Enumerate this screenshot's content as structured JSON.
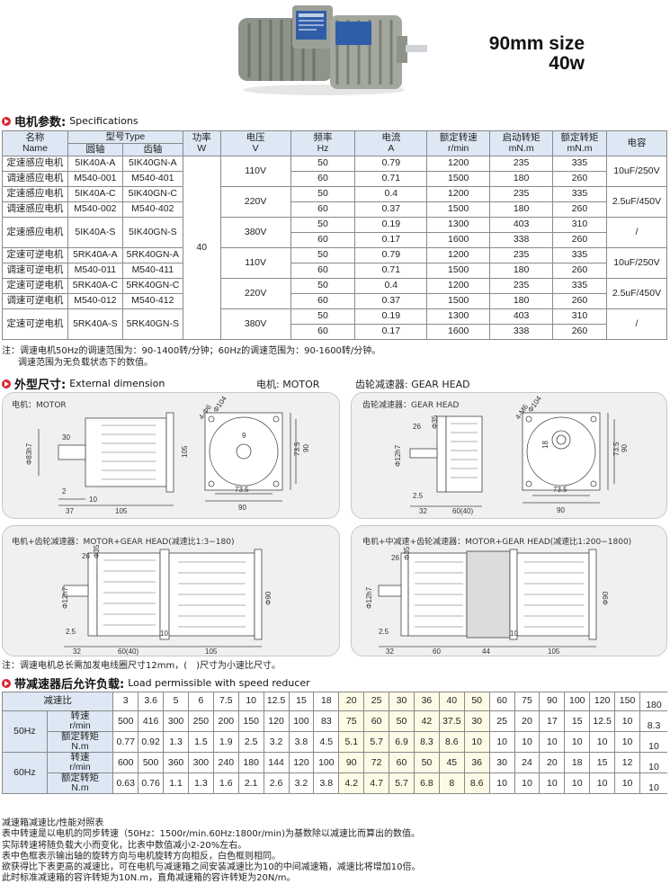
{
  "header": {
    "size_line1": "90mm size",
    "size_line2": "40w"
  },
  "spec": {
    "heading_cn": "电机参数:",
    "heading_en": "Specifications",
    "headers": {
      "name_cn": "名称",
      "name_en": "Name",
      "type": "型号Type",
      "round_shaft": "圆轴",
      "gear_shaft": "齿轴",
      "power_cn": "功率",
      "power_unit": "W",
      "voltage_cn": "电压",
      "voltage_unit": "V",
      "freq_cn": "频率",
      "freq_unit": "Hz",
      "current_cn": "电流",
      "current_unit": "A",
      "speed_cn": "额定转速",
      "speed_unit": "r/min",
      "start_cn": "启动转矩",
      "start_unit": "mN.m",
      "rated_cn": "额定转矩",
      "rated_unit": "mN.m",
      "cap": "电容"
    },
    "power": "40",
    "rows": [
      {
        "name": "定速感应电机",
        "round": "5IK40A-A",
        "gear": "5IK40GN-A",
        "hz": "50",
        "a": "0.79",
        "rpm": "1200",
        "start": "235",
        "rated": "335"
      },
      {
        "name": "调速感应电机",
        "round": "M540-001",
        "gear": "M540-401",
        "hz": "60",
        "a": "0.71",
        "rpm": "1500",
        "start": "180",
        "rated": "260"
      },
      {
        "name": "定速感应电机",
        "round": "5IK40A-C",
        "gear": "5IK40GN-C",
        "hz": "50",
        "a": "0.4",
        "rpm": "1200",
        "start": "235",
        "rated": "335"
      },
      {
        "name": "调速感应电机",
        "round": "M540-002",
        "gear": "M540-402",
        "hz": "60",
        "a": "0.37",
        "rpm": "1500",
        "start": "180",
        "rated": "260"
      },
      {
        "name": "",
        "round": "",
        "gear": "",
        "hz": "50",
        "a": "0.19",
        "rpm": "1300",
        "start": "403",
        "rated": "310"
      },
      {
        "name": "",
        "round": "",
        "gear": "",
        "hz": "60",
        "a": "0.17",
        "rpm": "1600",
        "start": "338",
        "rated": "260"
      },
      {
        "name": "定速可逆电机",
        "round": "5RK40A-A",
        "gear": "5RK40GN-A",
        "hz": "50",
        "a": "0.79",
        "rpm": "1200",
        "start": "235",
        "rated": "335"
      },
      {
        "name": "调速可逆电机",
        "round": "M540-011",
        "gear": "M540-411",
        "hz": "60",
        "a": "0.71",
        "rpm": "1500",
        "start": "180",
        "rated": "260"
      },
      {
        "name": "定速可逆电机",
        "round": "5RK40A-C",
        "gear": "5RK40GN-C",
        "hz": "50",
        "a": "0.4",
        "rpm": "1200",
        "start": "235",
        "rated": "335"
      },
      {
        "name": "调速可逆电机",
        "round": "M540-012",
        "gear": "M540-412",
        "hz": "60",
        "a": "0.37",
        "rpm": "1500",
        "start": "180",
        "rated": "260"
      },
      {
        "name": "",
        "round": "",
        "gear": "",
        "hz": "50",
        "a": "0.19",
        "rpm": "1300",
        "start": "403",
        "rated": "310"
      },
      {
        "name": "",
        "round": "",
        "gear": "",
        "hz": "60",
        "a": "0.17",
        "rpm": "1600",
        "start": "338",
        "rated": "260"
      }
    ],
    "merged": {
      "s1_name": "定速感应电机",
      "s1_round": "5IK40A-S",
      "s1_gear": "5IK40GN-S",
      "s2_name": "定速可逆电机",
      "s2_round": "5RK40A-S",
      "s2_gear": "5RK40GN-S",
      "v110": "110V",
      "v220": "220V",
      "v380": "380V",
      "c1": "10uF/250V",
      "c2": "2.5uF/450V",
      "c3": "/"
    },
    "note1": "注：调速电机50Hz的调速范围为：90-1400转/分钟；60Hz的调速范围为：90-1600转/分钟。",
    "note2": "调速范围为无负载状态下的数值。"
  },
  "dims": {
    "heading_cn": "外型尺寸:",
    "heading_en": "External dimension",
    "motor_cap": "电机: MOTOR",
    "gear_cap": "齿轮减速器: GEAR HEAD",
    "panel_motor": "电机：MOTOR",
    "panel_gear": "齿轮减速器：GEAR HEAD",
    "panel_mg": "电机+齿轮减速器：MOTOR+GEAR HEAD(减速比1:3−180)",
    "panel_mmg": "电机+中减速+齿轮减速器：MOTOR+GEAR HEAD(减速比1:200−1800)",
    "note": "注：调速电机总长需加发电线圈尺寸12mm，(　)尺寸为小速比尺寸。",
    "d": {
      "phi104": "Φ104",
      "holes": "4-Φ6",
      "holes2": "4-M6",
      "d9": "9",
      "d90": "90",
      "d735": "73.5",
      "d105": "105",
      "d30": "30",
      "d2": "2",
      "d37": "37",
      "d10": "10",
      "d83": "Φ83h7",
      "d26": "26",
      "d35": "Φ35",
      "d12": "Φ12h7",
      "d18": "18",
      "d25": "2.5",
      "d32": "32",
      "d60": "60(40)",
      "d60b": "60",
      "d44": "44",
      "phi90": "Φ90",
      "d10b": "10"
    }
  },
  "load": {
    "heading_cn": "带减速器后允许负载:",
    "heading_en": "Load permissible with speed reducer",
    "ratio_label": "减速比",
    "ratios": [
      "3",
      "3.6",
      "5",
      "6",
      "7.5",
      "10",
      "12.5",
      "15",
      "18",
      "20",
      "25",
      "30",
      "36",
      "40",
      "50",
      "60",
      "75",
      "90",
      "100",
      "120",
      "150"
    ],
    "last_ratio": "180",
    "hz50": "50Hz",
    "hz60": "60Hz",
    "speed_label": "转速",
    "speed_unit": "r/min",
    "torque_label": "额定转矩",
    "torque_unit": "N.m",
    "r50_speed": [
      "500",
      "416",
      "300",
      "250",
      "200",
      "150",
      "120",
      "100",
      "83",
      "75",
      "60",
      "50",
      "42",
      "37.5",
      "30",
      "25",
      "20",
      "17",
      "15",
      "12.5",
      "10"
    ],
    "r50_speed_last": "8.3",
    "r50_torque": [
      "0.77",
      "0.92",
      "1.3",
      "1.5",
      "1.9",
      "2.5",
      "3.2",
      "3.8",
      "4.5",
      "5.1",
      "5.7",
      "6.9",
      "8.3",
      "8.6",
      "10",
      "10",
      "10",
      "10",
      "10",
      "10",
      "10"
    ],
    "r50_torque_last": "10",
    "r60_speed": [
      "600",
      "500",
      "360",
      "300",
      "240",
      "180",
      "144",
      "120",
      "100",
      "90",
      "72",
      "60",
      "50",
      "45",
      "36",
      "30",
      "24",
      "20",
      "18",
      "15",
      "12"
    ],
    "r60_speed_last": "10",
    "r60_torque": [
      "0.63",
      "0.76",
      "1.1",
      "1.3",
      "1.6",
      "2.1",
      "2.6",
      "3.2",
      "3.8",
      "4.2",
      "4.7",
      "5.7",
      "6.8",
      "8",
      "8.6",
      "10",
      "10",
      "10",
      "10",
      "10",
      "10"
    ],
    "r60_torque_last": "10"
  },
  "footer": [
    "减速箱减速比/性能对照表",
    "表中转速是以电机的同步转速（50Hz：1500r/min.60Hz:1800r/min)为基数除以减速比而算出的数值。",
    "实际转速将随负载大小而变化，比表中数值减小2-20%左右。",
    "表中色框表示输出轴的旋转方向与电机旋转方向相反，白色框则相同。",
    "欲获得比下表更高的减速比，可在电机与减速箱之间安装减速比为10的中间减速箱，减速比将增加10倍。",
    "此时标准减速箱的容许转矩为10N.m，直角减速箱的容许转矩为20N/m。"
  ]
}
